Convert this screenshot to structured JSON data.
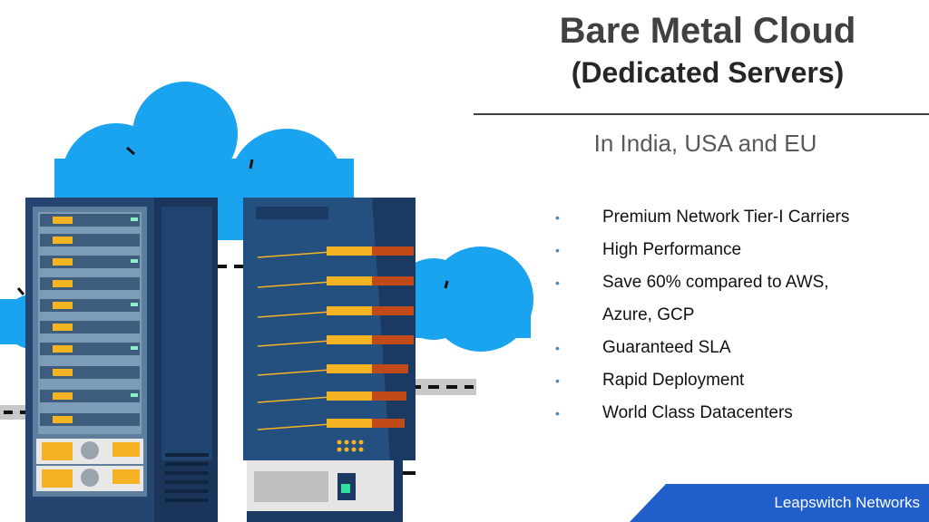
{
  "header": {
    "title": "Bare Metal Cloud",
    "subtitle": "(Dedicated Servers)",
    "tagline": "In India, USA and EU"
  },
  "features": [
    {
      "label": "Premium Network Tier-I Carriers"
    },
    {
      "label": "High Performance"
    },
    {
      "label": "Save 60% compared to AWS,",
      "continuation": "Azure, GCP"
    },
    {
      "label": "Guaranteed SLA"
    },
    {
      "label": "Rapid Deployment"
    },
    {
      "label": "World Class Datacenters"
    }
  ],
  "bullet_glyph": "•",
  "footer": {
    "brand": "Leapswitch Networks"
  },
  "colors": {
    "cloud": "#1aa3ee",
    "server_dark": "#1b3a63",
    "server_mid": "#24507f",
    "accent_gold": "#f5b324",
    "footer_blue": "#1f5ecb"
  }
}
